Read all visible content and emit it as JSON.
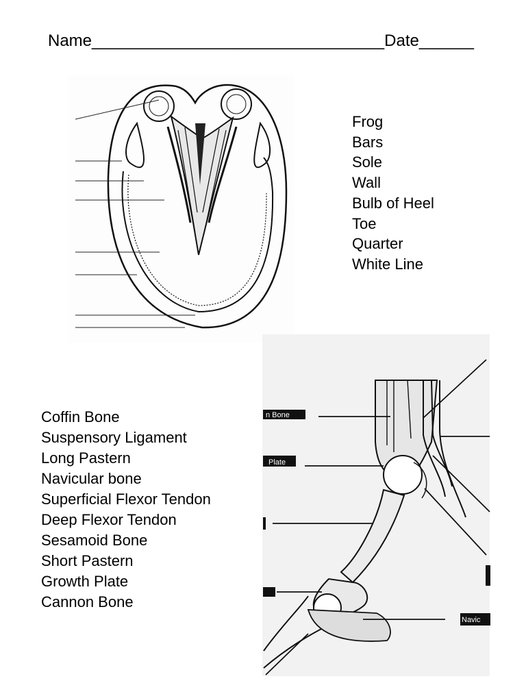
{
  "header": {
    "name_label": "Name________________________________",
    "date_label": "Date______"
  },
  "hoof_terms": [
    "Frog",
    "Bars",
    "Sole",
    "Wall",
    "Bulb of Heel",
    "Toe",
    "Quarter",
    "White Line"
  ],
  "leg_terms": [
    "Coffin Bone",
    "Suspensory Ligament",
    "Long Pastern",
    "Navicular bone",
    "Superficial Flexor Tendon",
    "Deep Flexor Tendon",
    "Sesamoid Bone",
    "Short Pastern",
    "Growth Plate",
    "Cannon Bone"
  ],
  "leg_diagram_fragments": {
    "cannon_label_fragment": "n Bone",
    "plate_label_fragment": "Plate",
    "navicular_label_fragment": "Navic"
  }
}
